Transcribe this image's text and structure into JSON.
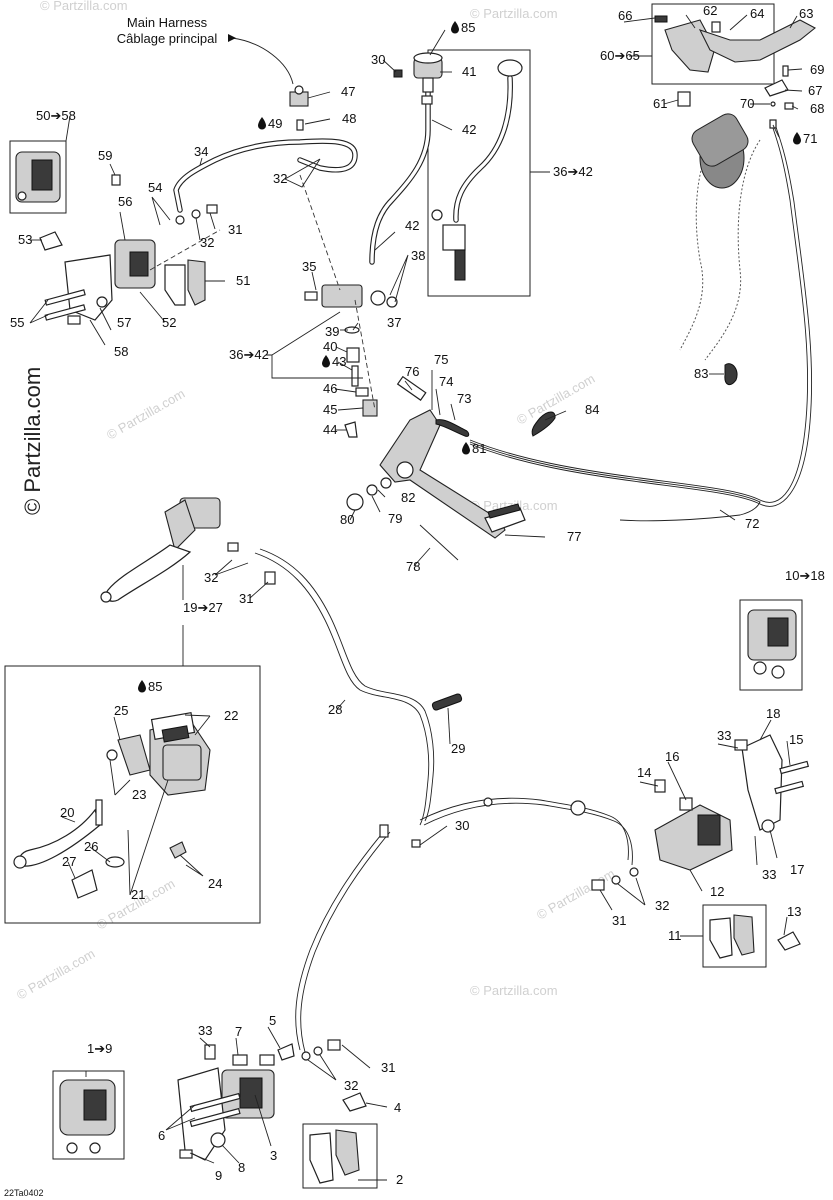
{
  "diagram": {
    "harness_label_en": "Main Harness",
    "harness_label_fr": "Câblage principal",
    "watermark_side": "© Partzilla.com",
    "watermark_faint": "© Partzilla.com",
    "drawing_code": "22Ta0402",
    "icons": [
      "oil-drop-icon",
      "arrow-icon"
    ],
    "callouts": [
      {
        "id": "c85a",
        "text": "85",
        "drop": true
      },
      {
        "id": "c41",
        "text": "41"
      },
      {
        "id": "c30a",
        "text": "30"
      },
      {
        "id": "c42a",
        "text": "42"
      },
      {
        "id": "c42b",
        "text": "42"
      },
      {
        "id": "c3642a",
        "text": "36➔42"
      },
      {
        "id": "c47",
        "text": "47"
      },
      {
        "id": "c48",
        "text": "48"
      },
      {
        "id": "c49",
        "text": "49",
        "drop": true
      },
      {
        "id": "c5058",
        "text": "50➔58"
      },
      {
        "id": "c59",
        "text": "59"
      },
      {
        "id": "c34",
        "text": "34"
      },
      {
        "id": "c32a",
        "text": "32"
      },
      {
        "id": "c54",
        "text": "54"
      },
      {
        "id": "c56",
        "text": "56"
      },
      {
        "id": "c53",
        "text": "53"
      },
      {
        "id": "c31a",
        "text": "31"
      },
      {
        "id": "c32b",
        "text": "32"
      },
      {
        "id": "c51",
        "text": "51"
      },
      {
        "id": "c55",
        "text": "55"
      },
      {
        "id": "c57",
        "text": "57"
      },
      {
        "id": "c52",
        "text": "52"
      },
      {
        "id": "c58",
        "text": "58"
      },
      {
        "id": "c35",
        "text": "35"
      },
      {
        "id": "c38",
        "text": "38"
      },
      {
        "id": "c37",
        "text": "37"
      },
      {
        "id": "c39",
        "text": "39"
      },
      {
        "id": "c40",
        "text": "40"
      },
      {
        "id": "c43",
        "text": "43",
        "drop": true
      },
      {
        "id": "c3642b",
        "text": "36➔42"
      },
      {
        "id": "c46",
        "text": "46"
      },
      {
        "id": "c45",
        "text": "45"
      },
      {
        "id": "c44",
        "text": "44"
      },
      {
        "id": "c76",
        "text": "76"
      },
      {
        "id": "c75",
        "text": "75"
      },
      {
        "id": "c74",
        "text": "74"
      },
      {
        "id": "c73",
        "text": "73"
      },
      {
        "id": "c81",
        "text": "81",
        "drop": true
      },
      {
        "id": "c84",
        "text": "84"
      },
      {
        "id": "c82",
        "text": "82"
      },
      {
        "id": "c79",
        "text": "79"
      },
      {
        "id": "c80",
        "text": "80"
      },
      {
        "id": "c77",
        "text": "77"
      },
      {
        "id": "c78",
        "text": "78"
      },
      {
        "id": "c72",
        "text": "72"
      },
      {
        "id": "c83",
        "text": "83"
      },
      {
        "id": "c66",
        "text": "66"
      },
      {
        "id": "c62",
        "text": "62"
      },
      {
        "id": "c64",
        "text": "64"
      },
      {
        "id": "c63",
        "text": "63"
      },
      {
        "id": "c6065",
        "text": "60➔65"
      },
      {
        "id": "c69",
        "text": "69"
      },
      {
        "id": "c67",
        "text": "67"
      },
      {
        "id": "c61",
        "text": "61"
      },
      {
        "id": "c70",
        "text": "70"
      },
      {
        "id": "c68",
        "text": "68"
      },
      {
        "id": "c71",
        "text": "71",
        "drop": true
      },
      {
        "id": "c32c",
        "text": "32"
      },
      {
        "id": "c31b",
        "text": "31"
      },
      {
        "id": "c1927",
        "text": "19➔27"
      },
      {
        "id": "c85b",
        "text": "85",
        "drop": true
      },
      {
        "id": "c22",
        "text": "22"
      },
      {
        "id": "c25",
        "text": "25"
      },
      {
        "id": "c23",
        "text": "23"
      },
      {
        "id": "c20",
        "text": "20"
      },
      {
        "id": "c26",
        "text": "26"
      },
      {
        "id": "c27",
        "text": "27"
      },
      {
        "id": "c21",
        "text": "21"
      },
      {
        "id": "c24",
        "text": "24"
      },
      {
        "id": "c28",
        "text": "28"
      },
      {
        "id": "c29",
        "text": "29"
      },
      {
        "id": "c30b",
        "text": "30"
      },
      {
        "id": "c1018",
        "text": "10➔18"
      },
      {
        "id": "c18",
        "text": "18"
      },
      {
        "id": "c33a",
        "text": "33"
      },
      {
        "id": "c15",
        "text": "15"
      },
      {
        "id": "c16",
        "text": "16"
      },
      {
        "id": "c14",
        "text": "14"
      },
      {
        "id": "c33b",
        "text": "33"
      },
      {
        "id": "c17",
        "text": "17"
      },
      {
        "id": "c12",
        "text": "12"
      },
      {
        "id": "c31c",
        "text": "31"
      },
      {
        "id": "c32d",
        "text": "32"
      },
      {
        "id": "c11",
        "text": "11"
      },
      {
        "id": "c13",
        "text": "13"
      },
      {
        "id": "c33c",
        "text": "33"
      },
      {
        "id": "c7",
        "text": "7"
      },
      {
        "id": "c5",
        "text": "5"
      },
      {
        "id": "c31d",
        "text": "31"
      },
      {
        "id": "c19",
        "text": "1➔9"
      },
      {
        "id": "c32e",
        "text": "32"
      },
      {
        "id": "c4",
        "text": "4"
      },
      {
        "id": "c6",
        "text": "6"
      },
      {
        "id": "c3",
        "text": "3"
      },
      {
        "id": "c2",
        "text": "2"
      },
      {
        "id": "c9",
        "text": "9"
      },
      {
        "id": "c8",
        "text": "8"
      }
    ]
  }
}
